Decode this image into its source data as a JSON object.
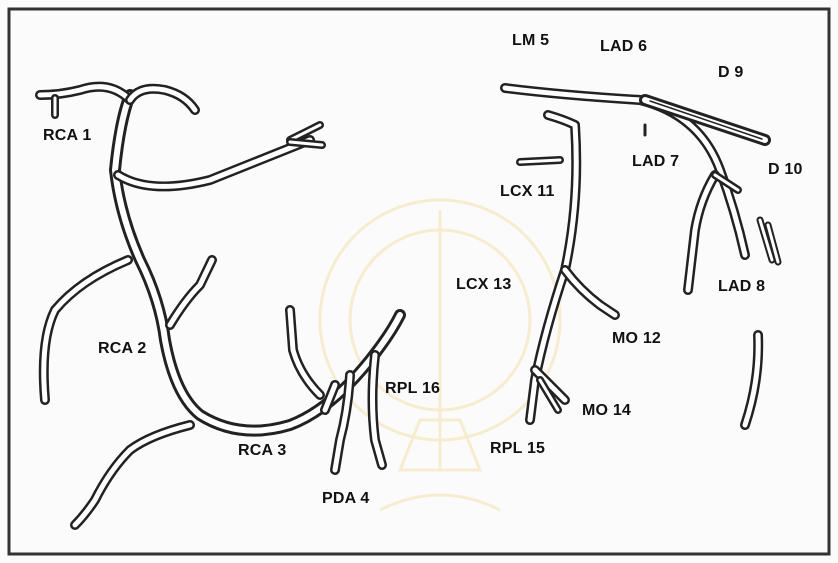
{
  "labels": {
    "rca1": "RCA 1",
    "rca2": "RCA 2",
    "rca3": "RCA 3",
    "pda4": "PDA 4",
    "lm5": "LM 5",
    "lad6": "LAD 6",
    "lad7": "LAD 7",
    "lad8": "LAD 8",
    "d9": "D 9",
    "d10": "D 10",
    "lcx11": "LCX 11",
    "mo12": "MO 12",
    "lcx13": "LCX 13",
    "mo14": "MO 14",
    "rpl15": "RPL 15",
    "rpl16": "RPL 16"
  },
  "colors": {
    "vessel": "#222222",
    "vessel_fill": "#ffffff",
    "frame": "#333333",
    "watermark": "#f3d27a"
  }
}
